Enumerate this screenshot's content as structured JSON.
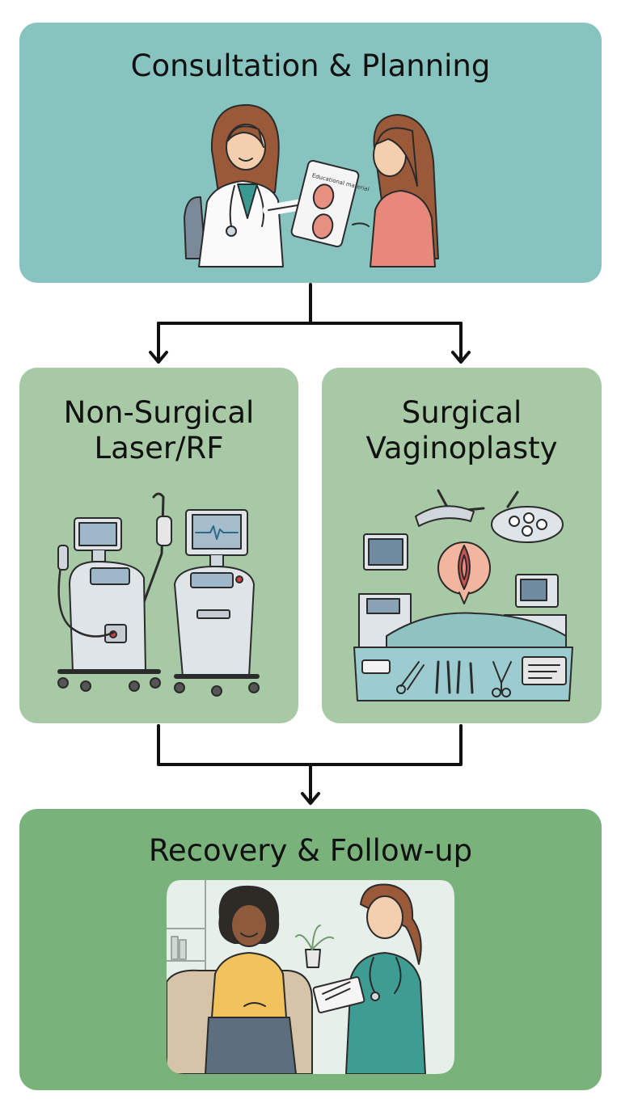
{
  "colors": {
    "consult_bg": "#88c4bf",
    "treatment_bg": "#a8c9a6",
    "recovery_bg": "#79b27a",
    "connector": "#111111"
  },
  "steps": {
    "consult": {
      "title": "Consultation & Planning",
      "tablet_label": "Educational material"
    },
    "nonsurgical": {
      "title_line1": "Non-Surgical",
      "title_line2": "Laser/RF"
    },
    "surgical": {
      "title_line1": "Surgical",
      "title_line2": "Vaginoplasty"
    },
    "recovery": {
      "title": "Recovery & Follow-up"
    }
  },
  "icons": [
    "doctor-icon",
    "patient-icon",
    "tablet-icon",
    "laser-machine-icon",
    "rf-machine-icon",
    "surgical-lamp-icon",
    "surgical-instruments-icon",
    "nurse-icon"
  ]
}
